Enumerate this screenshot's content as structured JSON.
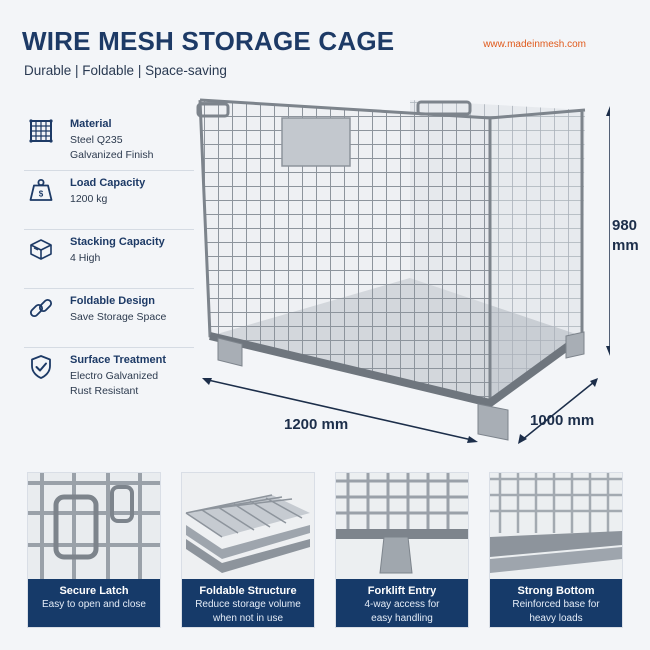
{
  "header": {
    "title": "WIRE MESH STORAGE CAGE",
    "subtitle": "Durable | Foldable | Space-saving",
    "website": "www.madeinmesh.com"
  },
  "features": [
    {
      "icon": "mesh-grid-icon",
      "title": "Material",
      "line1": "Steel Q235",
      "line2": "Galvanized Finish"
    },
    {
      "icon": "weight-icon",
      "title": "Load Capacity",
      "line1": "1200 kg",
      "line2": ""
    },
    {
      "icon": "stacked-boxes-icon",
      "title": "Stacking Capacity",
      "line1": "4 High",
      "line2": ""
    },
    {
      "icon": "link-chain-icon",
      "title": "Foldable Design",
      "line1": "Save Storage Space",
      "line2": ""
    },
    {
      "icon": "shield-check-icon",
      "title": "Surface Treatment",
      "line1": "Electro Galvanized",
      "line2": "Rust Resistant"
    }
  ],
  "dimensions": {
    "height_value": "980",
    "height_unit": "mm",
    "width": "1200 mm",
    "depth": "1000 mm"
  },
  "cards": [
    {
      "title": "Secure Latch",
      "line1": "Easy to open and close",
      "line2": ""
    },
    {
      "title": "Foldable Structure",
      "line1": "Reduce storage volume",
      "line2": "when not in use"
    },
    {
      "title": "Forklift Entry",
      "line1": "4-way access for",
      "line2": "easy handling"
    },
    {
      "title": "Strong Bottom",
      "line1": "Reinforced base for",
      "line2": "heavy loads"
    }
  ],
  "colors": {
    "brand_navy": "#1d3a66",
    "caption_bg": "#163a69",
    "website_orange": "#e05a1c",
    "background": "#f3f5f8"
  }
}
